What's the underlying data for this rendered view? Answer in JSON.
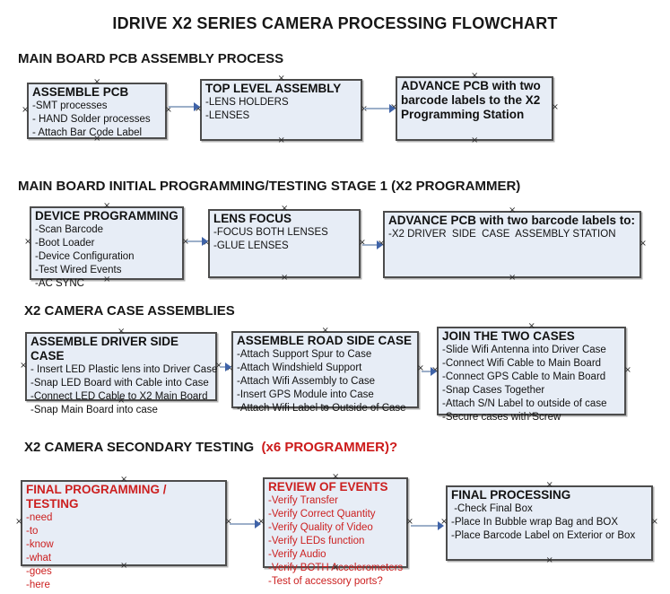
{
  "title": "IDRIVE X2  SERIES CAMERA PROCESSING FLOWCHART",
  "colors": {
    "box_fill": "#e7edf6",
    "box_border": "#4c4c4c",
    "red_text": "#cc1f1f",
    "arrow_line": "#9cafc9",
    "arrow_head": "#3f63a8",
    "background": "#ffffff"
  },
  "handle_glyph": "×",
  "sections": [
    {
      "heading": "MAIN BOARD PCB ASSEMBLY PROCESS",
      "heading_red": "",
      "boxes": [
        {
          "title": "ASSEMBLE PCB",
          "lines": [
            "-SMT processes",
            "- HAND Solder processes",
            "- Attach Bar Code Label"
          ]
        },
        {
          "title": "TOP LEVEL ASSEMBLY",
          "lines": [
            "-LENS HOLDERS",
            "-LENSES"
          ]
        },
        {
          "title": "ADVANCE PCB with two barcode labels to the  X2 Programming Station",
          "lines": []
        }
      ]
    },
    {
      "heading": "MAIN BOARD INITIAL PROGRAMMING/TESTING STAGE 1 (X2 PROGRAMMER)",
      "heading_red": "",
      "boxes": [
        {
          "title": "DEVICE PROGRAMMING",
          "lines": [
            "-Scan Barcode",
            "-Boot Loader",
            "-Device Configuration",
            "-Test Wired Events",
            "-AC SYNC"
          ]
        },
        {
          "title": "LENS FOCUS",
          "lines": [
            "-FOCUS BOTH LENSES",
            "-GLUE LENSES"
          ]
        },
        {
          "title": "ADVANCE PCB with two barcode labels to:",
          "lines": [
            "-X2 DRIVER  SIDE  CASE  ASSEMBLY STATION"
          ]
        }
      ]
    },
    {
      "heading": "X2 CAMERA CASE ASSEMBLIES",
      "heading_red": "",
      "boxes": [
        {
          "title": "ASSEMBLE DRIVER SIDE CASE",
          "lines": [
            "- Insert LED Plastic lens into Driver Case",
            "-Snap LED Board with Cable into Case",
            "-Connect LED Cable to X2 Main Board",
            "-Snap Main Board into case"
          ]
        },
        {
          "title": "ASSEMBLE ROAD SIDE CASE",
          "lines": [
            "-Attach Support Spur to Case",
            "-Attach Windshield Support",
            "-Attach Wifi Assembly to Case",
            "-Insert GPS Module into Case",
            "-Attach Wifi Label to Outside of Case"
          ]
        },
        {
          "title": "JOIN THE TWO CASES",
          "lines": [
            "-Slide Wifi Antenna into Driver Case",
            "-Connect Wifi Cable to Main Board",
            "-Connect GPS Cable to Main Board",
            "-Snap Cases Together",
            "-Attach S/N Label to outside of case",
            "-Secure cases with Screw"
          ]
        }
      ]
    },
    {
      "heading": "X2 CAMERA SECONDARY TESTING ",
      "heading_red": " (x6 PROGRAMMER)?",
      "boxes": [
        {
          "title": "FINAL PROGRAMMING / TESTING",
          "lines": [
            "-need",
            "-to",
            "-know",
            "-what",
            "-goes",
            "-here"
          ]
        },
        {
          "title": "REVIEW OF EVENTS",
          "lines": [
            "-Verify Transfer",
            "-Verify Correct Quantity",
            "-Verify Quality of Video",
            "-Verify LEDs function",
            "-Verify Audio",
            "-Verify BOTH Accelerometers",
            "-Test of accessory ports?"
          ]
        },
        {
          "title": "FINAL PROCESSING",
          "lines": [
            " -Check Final Box",
            "-Place In Bubble wrap Bag and BOX",
            "-Place Barcode Label on Exterior or Box"
          ]
        }
      ]
    }
  ]
}
